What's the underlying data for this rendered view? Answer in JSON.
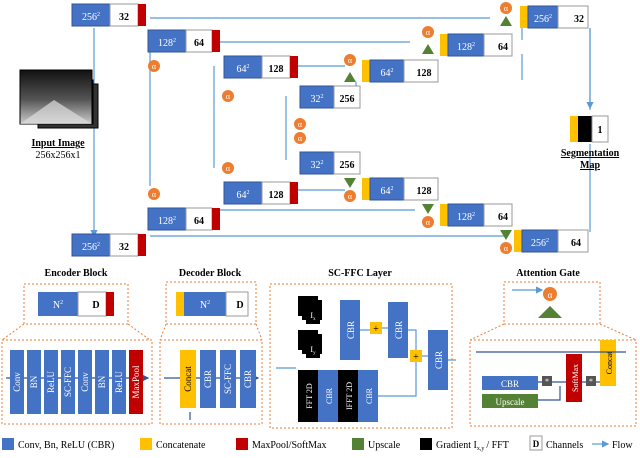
{
  "colors": {
    "cbr": "#4472C4",
    "concat": "#FFC000",
    "maxpool": "#C00000",
    "upscale": "#548235",
    "gradient": "#000000",
    "alpha": "#ED7D31",
    "flow": "#5B9BD5",
    "orange_border": "#ED7D31"
  },
  "input": {
    "title": "Input Image",
    "size": "256x256x1"
  },
  "output": {
    "title": "Segmentation",
    "title2": "Map",
    "channels": "1"
  },
  "alpha_symbol": "α",
  "encoder_blocks": [
    {
      "size": "256",
      "sup": "2",
      "ch": "32"
    },
    {
      "size": "128",
      "sup": "2",
      "ch": "64"
    },
    {
      "size": "64",
      "sup": "2",
      "ch": "128"
    },
    {
      "size": "32",
      "sup": "2",
      "ch": "256"
    }
  ],
  "middle_decoders": [
    {
      "size": "32",
      "sup": "2",
      "ch": "256"
    },
    {
      "size": "64",
      "sup": "2",
      "ch": "128"
    },
    {
      "size": "128",
      "sup": "2",
      "ch": "64"
    },
    {
      "size": "256",
      "sup": "2",
      "ch": "32"
    }
  ],
  "top_decoders": [
    {
      "size": "64",
      "sup": "2",
      "ch": "128"
    },
    {
      "size": "128",
      "sup": "2",
      "ch": "64"
    },
    {
      "size": "256",
      "sup": "2",
      "ch": "32"
    }
  ],
  "bottom_decoders": [
    {
      "size": "64",
      "sup": "2",
      "ch": "128"
    },
    {
      "size": "128",
      "sup": "2",
      "ch": "64"
    },
    {
      "size": "256",
      "sup": "2",
      "ch": "64"
    }
  ],
  "legend_panels": {
    "encoder": {
      "title": "Encoder Block",
      "n_label": "N",
      "sup": "2",
      "d_label": "D",
      "layers": [
        "Conv",
        "BN",
        "ReLU",
        "SC-FFC",
        "Conv",
        "BN",
        "ReLU",
        "MaxPool"
      ]
    },
    "decoder": {
      "title": "Decoder Block",
      "n_label": "N",
      "sup": "2",
      "d_label": "D",
      "layers": [
        "Concat",
        "CBR",
        "SC-FFC",
        "CBR"
      ]
    },
    "scffc": {
      "title": "SC-FFC Layer",
      "grad_x": "I",
      "grad_x_sub": "x",
      "grad_y": "I",
      "grad_y_sub": "y",
      "cbr": "CBR",
      "fft": "FFT 2D",
      "ifft": "IFFT 2D",
      "plus": "+"
    },
    "attention": {
      "title": "Attention Gate",
      "alpha": "α",
      "cbr": "CBR",
      "upscale": "Upscale",
      "softmax": "SoftMax",
      "concat": "Concat",
      "mult": "*"
    }
  },
  "legend": [
    {
      "label": "Conv, Bn, ReLU (CBR)",
      "color_key": "cbr"
    },
    {
      "label": "Concatenate",
      "color_key": "concat"
    },
    {
      "label": "MaxPool/SoftMax",
      "color_key": "maxpool"
    },
    {
      "label": "Upscale",
      "color_key": "upscale"
    },
    {
      "label": "Gradient I",
      "sub": "x,y",
      "tail": "/ FFT",
      "color_key": "gradient"
    },
    {
      "label": "Channels",
      "icon": "D"
    },
    {
      "label": "Flow",
      "icon": "arrow"
    }
  ]
}
